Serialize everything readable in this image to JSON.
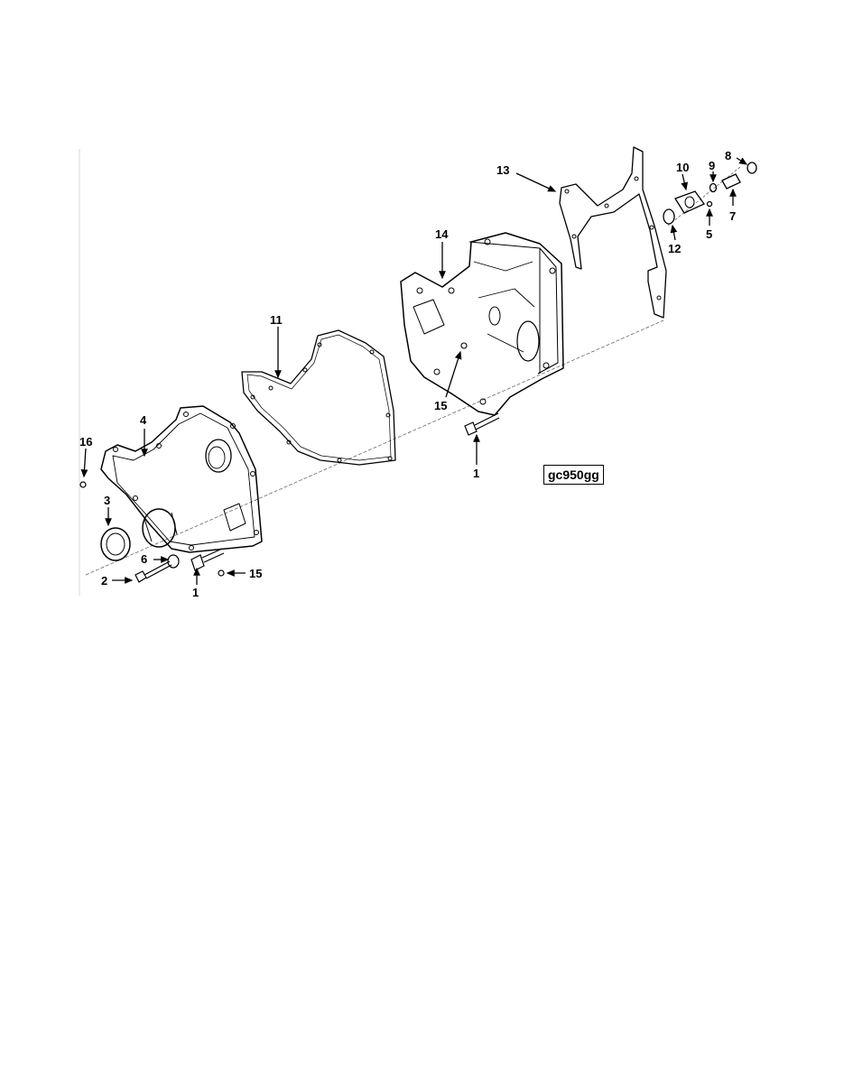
{
  "figure": {
    "figure_id": "gc950gg",
    "callouts": {
      "c1a": "1",
      "c1b": "1",
      "c2": "2",
      "c3": "3",
      "c4": "4",
      "c5": "5",
      "c6": "6",
      "c7": "7",
      "c8": "8",
      "c9": "9",
      "c10": "10",
      "c11": "11",
      "c12": "12",
      "c13": "13",
      "c14": "14",
      "c15a": "15",
      "c15b": "15",
      "c16": "16"
    }
  }
}
